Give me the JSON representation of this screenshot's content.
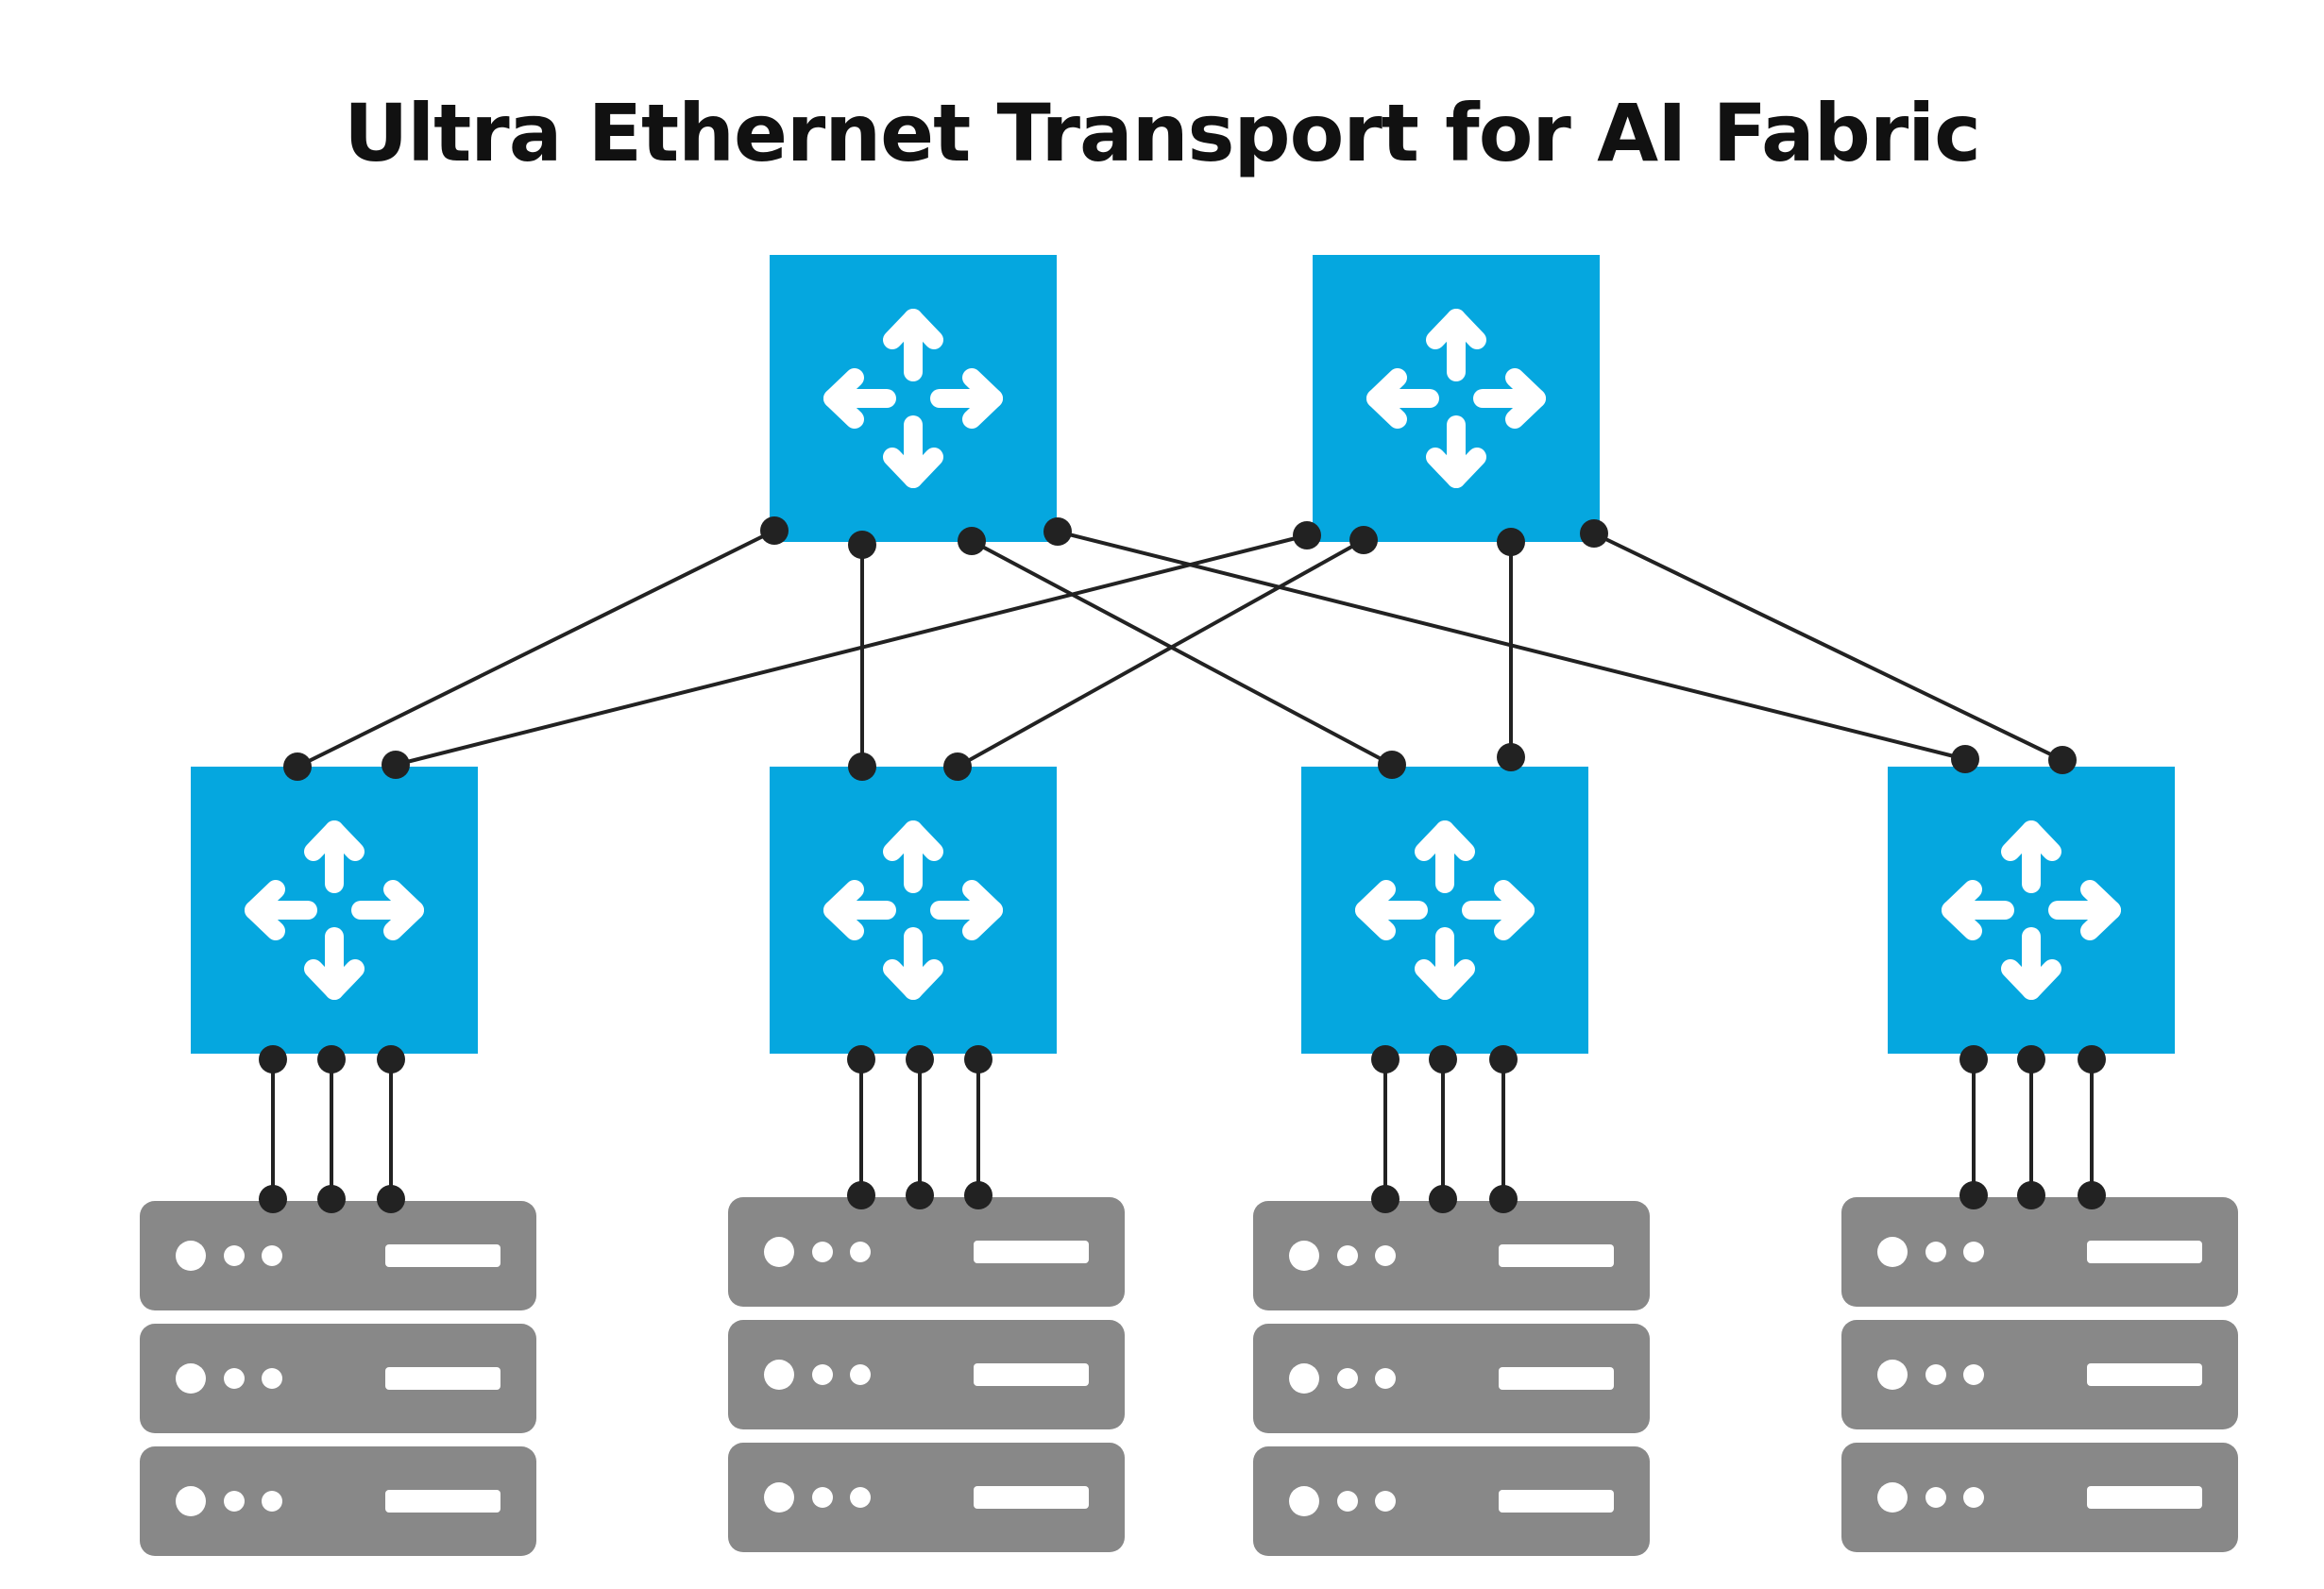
{
  "title": "Ultra Ethernet Transport for AI Fabric",
  "colors": {
    "switch": "#05a7df",
    "arrow": "#ffffff",
    "server": "#888888",
    "server_detail": "#ffffff",
    "link": "#222222"
  },
  "icons": {
    "switch": "four-way-arrows-icon",
    "server": "server-unit-icon"
  },
  "nodes": {
    "spine_switches": [
      "spine-1",
      "spine-2"
    ],
    "leaf_switches": [
      "leaf-1",
      "leaf-2",
      "leaf-3",
      "leaf-4"
    ],
    "server_racks": [
      "rack-1",
      "rack-2",
      "rack-3",
      "rack-4"
    ],
    "servers_per_rack": 3,
    "links_per_leaf_to_rack": 3
  },
  "links": [
    [
      "spine-1",
      "leaf-1"
    ],
    [
      "spine-1",
      "leaf-2"
    ],
    [
      "spine-1",
      "leaf-3"
    ],
    [
      "spine-1",
      "leaf-4"
    ],
    [
      "spine-2",
      "leaf-1"
    ],
    [
      "spine-2",
      "leaf-2"
    ],
    [
      "spine-2",
      "leaf-3"
    ],
    [
      "spine-2",
      "leaf-4"
    ]
  ]
}
